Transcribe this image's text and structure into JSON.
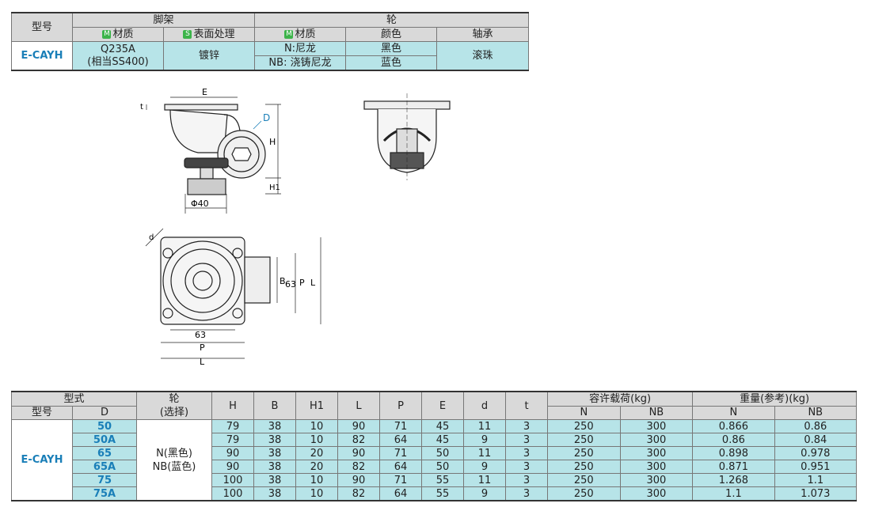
{
  "spec_table": {
    "model_header": "型号",
    "frame_header": "脚架",
    "wheel_header": "轮",
    "frame_material": "材质",
    "surface_treatment": "表面处理",
    "wheel_material": "材质",
    "color": "颜色",
    "bearing": "轴承",
    "model": "E-CAYH",
    "frame_material_value": "Q235A",
    "frame_material_note": "(相当SS400)",
    "surface_value": "镀锌",
    "wheel_material_n": "N:尼龙",
    "wheel_material_nb": "NB: 浇铸尼龙",
    "color_n": "黑色",
    "color_nb": "蓝色",
    "bearing_value": "滚珠",
    "badge_m": "M",
    "badge_s": "S"
  },
  "drawing_labels": {
    "E": "E",
    "D": "D",
    "H": "H",
    "H1": "H1",
    "t": "t",
    "phi40": "Φ40",
    "d": "d",
    "B": "B",
    "dim63_v": "63",
    "P_v": "P",
    "L_v": "L",
    "dim63_h": "63",
    "P_h": "P",
    "L_h": "L"
  },
  "dim_table": {
    "type_header": "型式",
    "model_header": "型号",
    "D_header": "D",
    "wheel_header": "轮",
    "wheel_sub": "(选择)",
    "cols": [
      "H",
      "B",
      "H1",
      "L",
      "P",
      "E",
      "d",
      "t"
    ],
    "load_header": "容许载荷(kg)",
    "weight_header": "重量(参考)(kg)",
    "N": "N",
    "NB": "NB",
    "model": "E-CAYH",
    "wheel_option_n": "N(黑色)",
    "wheel_option_nb": "NB(蓝色)",
    "rows": [
      {
        "D": "50",
        "H": "79",
        "B": "38",
        "H1": "10",
        "L": "90",
        "P": "71",
        "E": "45",
        "d": "11",
        "t": "3",
        "loadN": "250",
        "loadNB": "300",
        "wN": "0.866",
        "wNB": "0.86"
      },
      {
        "D": "50A",
        "H": "79",
        "B": "38",
        "H1": "10",
        "L": "82",
        "P": "64",
        "E": "45",
        "d": "9",
        "t": "3",
        "loadN": "250",
        "loadNB": "300",
        "wN": "0.86",
        "wNB": "0.84"
      },
      {
        "D": "65",
        "H": "90",
        "B": "38",
        "H1": "20",
        "L": "90",
        "P": "71",
        "E": "50",
        "d": "11",
        "t": "3",
        "loadN": "250",
        "loadNB": "300",
        "wN": "0.898",
        "wNB": "0.978"
      },
      {
        "D": "65A",
        "H": "90",
        "B": "38",
        "H1": "20",
        "L": "82",
        "P": "64",
        "E": "50",
        "d": "9",
        "t": "3",
        "loadN": "250",
        "loadNB": "300",
        "wN": "0.871",
        "wNB": "0.951"
      },
      {
        "D": "75",
        "H": "100",
        "B": "38",
        "H1": "10",
        "L": "90",
        "P": "71",
        "E": "55",
        "d": "11",
        "t": "3",
        "loadN": "250",
        "loadNB": "300",
        "wN": "1.268",
        "wNB": "1.1"
      },
      {
        "D": "75A",
        "H": "100",
        "B": "38",
        "H1": "10",
        "L": "82",
        "P": "64",
        "E": "55",
        "d": "9",
        "t": "3",
        "loadN": "250",
        "loadNB": "300",
        "wN": "1.1",
        "wNB": "1.073"
      }
    ]
  }
}
